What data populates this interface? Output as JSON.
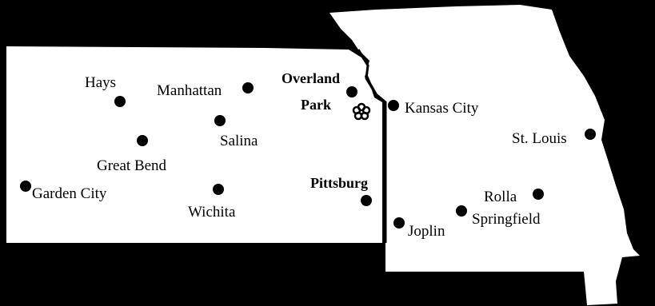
{
  "map": {
    "states": [
      {
        "name": "kansas"
      },
      {
        "name": "missouri"
      }
    ],
    "cities": [
      {
        "id": "hays",
        "label": "Hays"
      },
      {
        "id": "manhattan",
        "label": "Manhattan"
      },
      {
        "id": "overland-park",
        "label_line1": "Overland",
        "label_line2": "Park",
        "marker": "flower-icon"
      },
      {
        "id": "kansas-city",
        "label": "Kansas City"
      },
      {
        "id": "salina",
        "label": "Salina"
      },
      {
        "id": "great-bend",
        "label": "Great Bend"
      },
      {
        "id": "garden-city",
        "label": "Garden City"
      },
      {
        "id": "wichita",
        "label": "Wichita"
      },
      {
        "id": "pittsburg",
        "label": "Pittsburg"
      },
      {
        "id": "st-louis",
        "label": "St. Louis"
      },
      {
        "id": "rolla",
        "label": "Rolla"
      },
      {
        "id": "springfield",
        "label": "Springfield"
      },
      {
        "id": "joplin",
        "label": "Joplin"
      }
    ]
  },
  "colors": {
    "background": "#000000",
    "land": "#ffffff",
    "marker": "#000000"
  }
}
